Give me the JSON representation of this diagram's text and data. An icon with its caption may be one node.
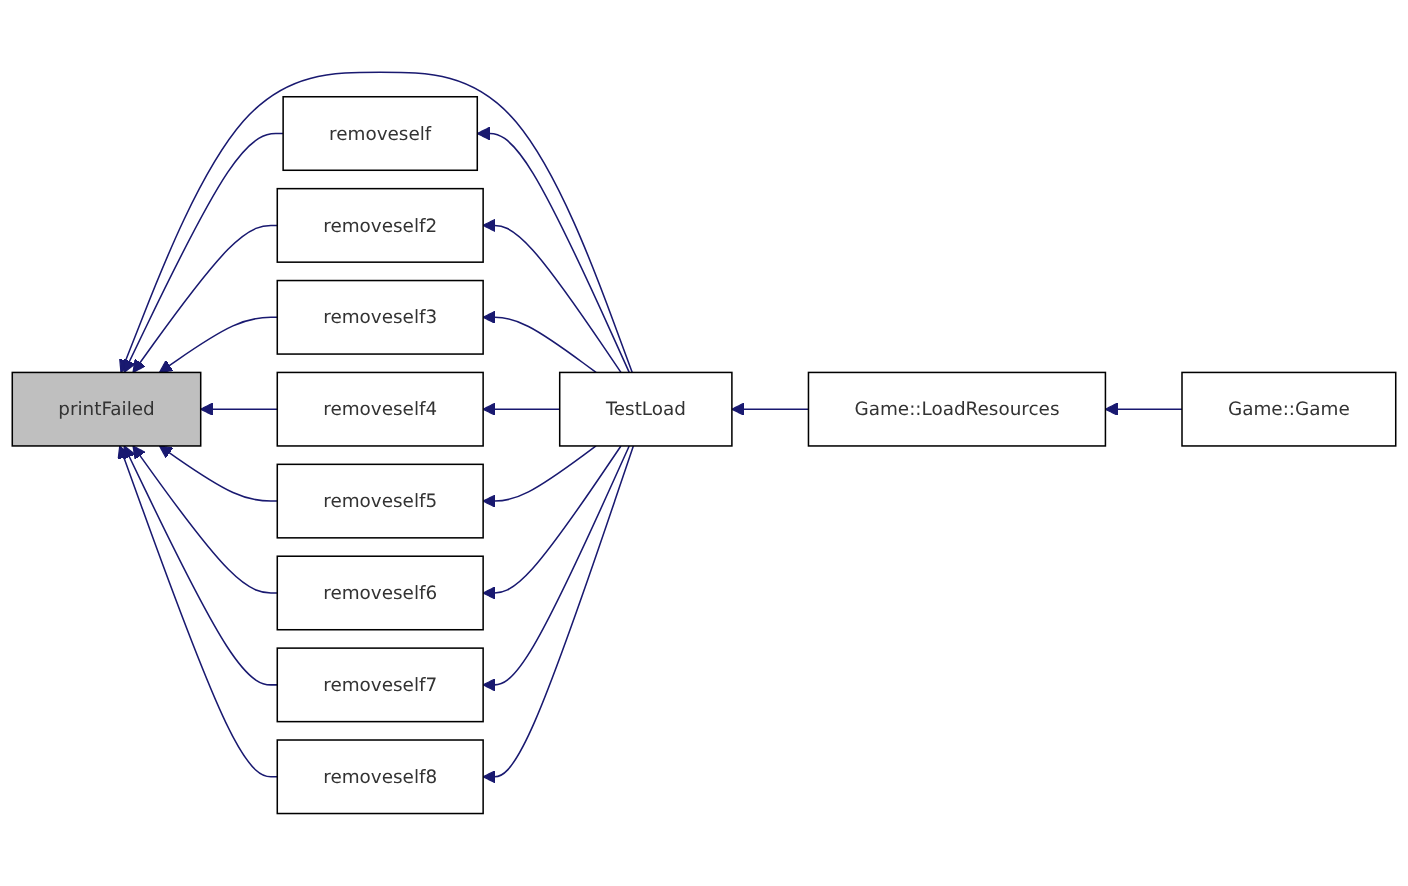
{
  "diagram": {
    "nodes": [
      {
        "text": [
          "printFailed"
        ]
      },
      {
        "text": [
          "removeself"
        ]
      },
      {
        "text": [
          "removeself2"
        ]
      },
      {
        "text": [
          "removeself3"
        ]
      },
      {
        "text": [
          "removeself4"
        ]
      },
      {
        "text": [
          "removeself5"
        ]
      },
      {
        "text": [
          "removeself6"
        ]
      },
      {
        "text": [
          "removeself7"
        ]
      },
      {
        "text": [
          "removeself8"
        ]
      },
      {
        "text": [
          "TestLoad"
        ]
      },
      {
        "text": [
          "Game::LoadResources"
        ]
      },
      {
        "text": [
          "Game::Game"
        ]
      }
    ],
    "edges": [
      {
        "from": 11,
        "to": 10,
        "arrow": "to"
      },
      {
        "from": 10,
        "to": 9,
        "arrow": "to"
      },
      {
        "from": 9,
        "to": 1,
        "arrow": "to"
      },
      {
        "from": 9,
        "to": 0,
        "arrow": "to"
      },
      {
        "from": 9,
        "to": 2,
        "arrow": "to"
      },
      {
        "from": 9,
        "to": 3,
        "arrow": "to"
      },
      {
        "from": 9,
        "to": 4,
        "arrow": "to"
      },
      {
        "from": 9,
        "to": 5,
        "arrow": "to"
      },
      {
        "from": 9,
        "to": 6,
        "arrow": "to"
      },
      {
        "from": 9,
        "to": 7,
        "arrow": "to"
      },
      {
        "from": 9,
        "to": 8,
        "arrow": "to"
      },
      {
        "from": 1,
        "to": 0,
        "arrow": "to"
      },
      {
        "from": 2,
        "to": 0,
        "arrow": "to"
      },
      {
        "from": 3,
        "to": 0,
        "arrow": "to"
      },
      {
        "from": 4,
        "to": 0,
        "arrow": "to"
      },
      {
        "from": 5,
        "to": 0,
        "arrow": "to"
      },
      {
        "from": 6,
        "to": 0,
        "arrow": "to"
      },
      {
        "from": 7,
        "to": 0,
        "arrow": "to"
      },
      {
        "from": 8,
        "to": 0,
        "arrow": "to"
      }
    ]
  }
}
